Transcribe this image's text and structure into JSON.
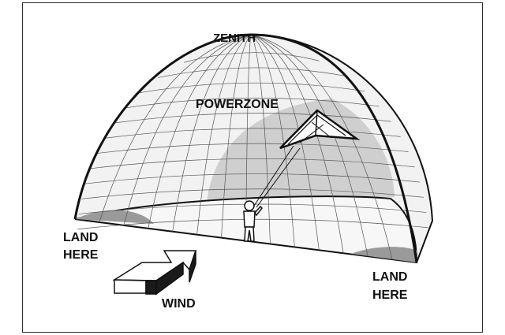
{
  "diagram": {
    "labels": {
      "zenith": "ZENITH",
      "powerzone": "POWERZONE",
      "land_left_1": "LAND",
      "land_left_2": "HERE",
      "land_right_1": "LAND",
      "land_right_2": "HERE",
      "wind": "WIND"
    },
    "colors": {
      "outline": "#111111",
      "grid": "#555555",
      "dome_fill": "#f2f2f2",
      "powerzone_shade": "#cfcfcf",
      "ground_fill": "#f7f7f7",
      "landing_shade": "#9a9a9a",
      "arrow_dark": "#1a1a1a"
    },
    "icons": [
      "dome-wind-window",
      "kite-icon",
      "kite-flyer-figure",
      "wind-arrow-icon"
    ]
  }
}
